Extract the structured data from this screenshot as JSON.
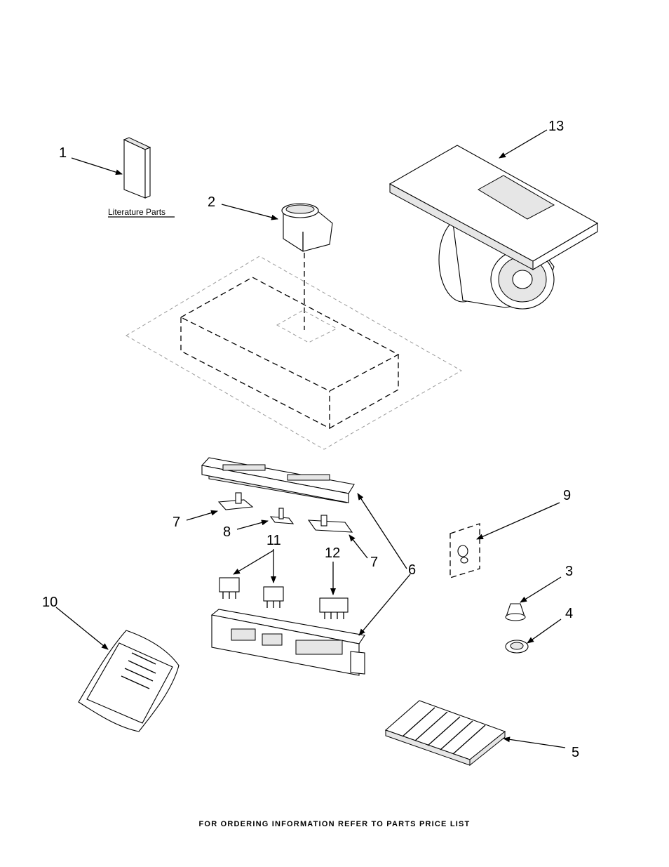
{
  "callouts": {
    "c1": "1",
    "c2": "2",
    "c3": "3",
    "c4": "4",
    "c5": "5",
    "c6": "6",
    "c7a": "7",
    "c7b": "7",
    "c8": "8",
    "c9": "9",
    "c10": "10",
    "c11": "11",
    "c12": "12",
    "c13": "13"
  },
  "literature_label": "Literature Parts",
  "footer": "FOR ORDERING INFORMATION REFER TO PARTS PRICE LIST"
}
